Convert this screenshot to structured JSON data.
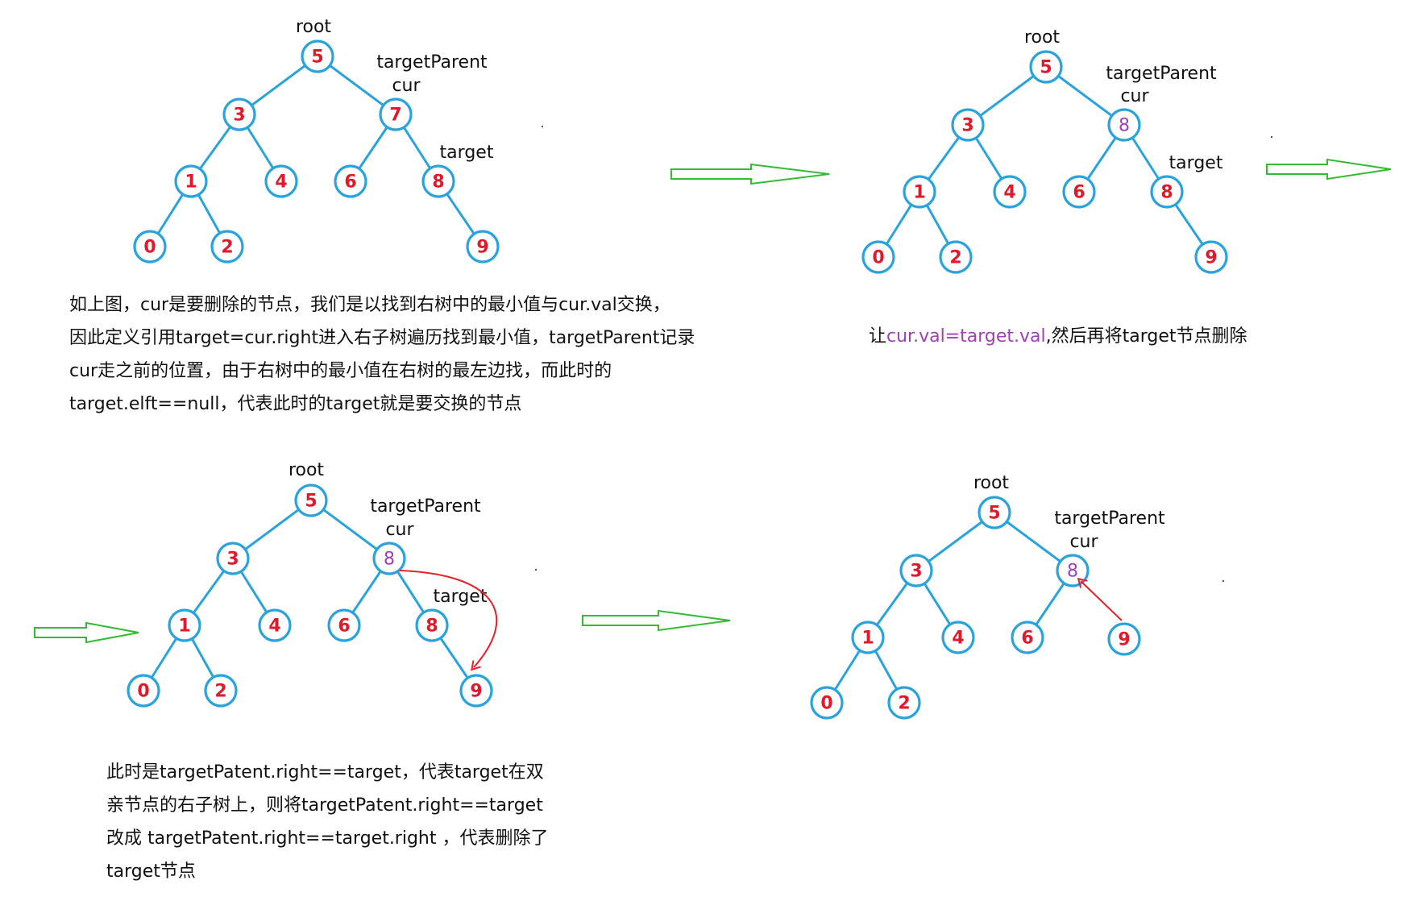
{
  "panels": [
    {
      "id": "p1",
      "nodes": [
        {
          "id": "n5",
          "label": "5"
        },
        {
          "id": "n3",
          "label": "3"
        },
        {
          "id": "n7",
          "label": "7"
        },
        {
          "id": "n1",
          "label": "1"
        },
        {
          "id": "n4",
          "label": "4"
        },
        {
          "id": "n6",
          "label": "6"
        },
        {
          "id": "n8",
          "label": "8"
        },
        {
          "id": "n0",
          "label": "0"
        },
        {
          "id": "n2",
          "label": "2"
        },
        {
          "id": "n9",
          "label": "9"
        }
      ],
      "edges": [
        [
          "n5",
          "n3"
        ],
        [
          "n5",
          "n7"
        ],
        [
          "n3",
          "n1"
        ],
        [
          "n3",
          "n4"
        ],
        [
          "n7",
          "n6"
        ],
        [
          "n7",
          "n8"
        ],
        [
          "n1",
          "n0"
        ],
        [
          "n1",
          "n2"
        ],
        [
          "n8",
          "n9"
        ]
      ],
      "tags": {
        "root": "root",
        "targetParent": "targetParent",
        "cur": "cur",
        "target": "target"
      }
    },
    {
      "id": "p2",
      "nodes": [
        {
          "id": "n5",
          "label": "5"
        },
        {
          "id": "n3",
          "label": "3"
        },
        {
          "id": "nc",
          "label": "8",
          "plain": true
        },
        {
          "id": "n1",
          "label": "1"
        },
        {
          "id": "n4",
          "label": "4"
        },
        {
          "id": "n6",
          "label": "6"
        },
        {
          "id": "n8",
          "label": "8"
        },
        {
          "id": "n0",
          "label": "0"
        },
        {
          "id": "n2",
          "label": "2"
        },
        {
          "id": "n9",
          "label": "9"
        }
      ],
      "edges": [
        [
          "n5",
          "n3"
        ],
        [
          "n5",
          "nc"
        ],
        [
          "n3",
          "n1"
        ],
        [
          "n3",
          "n4"
        ],
        [
          "nc",
          "n6"
        ],
        [
          "nc",
          "n8"
        ],
        [
          "n1",
          "n0"
        ],
        [
          "n1",
          "n2"
        ],
        [
          "n8",
          "n9"
        ]
      ],
      "tags": {
        "root": "root",
        "targetParent": "targetParent",
        "cur": "cur",
        "target": "target"
      }
    },
    {
      "id": "p3",
      "nodes": [
        {
          "id": "n5",
          "label": "5"
        },
        {
          "id": "n3",
          "label": "3"
        },
        {
          "id": "nc",
          "label": "8",
          "plain": true
        },
        {
          "id": "n1",
          "label": "1"
        },
        {
          "id": "n4",
          "label": "4"
        },
        {
          "id": "n6",
          "label": "6"
        },
        {
          "id": "n8",
          "label": "8"
        },
        {
          "id": "n0",
          "label": "0"
        },
        {
          "id": "n2",
          "label": "2"
        },
        {
          "id": "n9",
          "label": "9"
        }
      ],
      "edges": [
        [
          "n5",
          "n3"
        ],
        [
          "n5",
          "nc"
        ],
        [
          "n3",
          "n1"
        ],
        [
          "n3",
          "n4"
        ],
        [
          "nc",
          "n6"
        ],
        [
          "nc",
          "n8"
        ],
        [
          "n1",
          "n0"
        ],
        [
          "n1",
          "n2"
        ],
        [
          "n8",
          "n9"
        ]
      ],
      "tags": {
        "root": "root",
        "targetParent": "targetParent",
        "cur": "cur",
        "target": "target"
      }
    },
    {
      "id": "p4",
      "nodes": [
        {
          "id": "n5",
          "label": "5"
        },
        {
          "id": "n3",
          "label": "3"
        },
        {
          "id": "nc",
          "label": "8",
          "plain": true
        },
        {
          "id": "n1",
          "label": "1"
        },
        {
          "id": "n4",
          "label": "4"
        },
        {
          "id": "n6",
          "label": "6"
        },
        {
          "id": "n9",
          "label": "9"
        },
        {
          "id": "n0",
          "label": "0"
        },
        {
          "id": "n2",
          "label": "2"
        }
      ],
      "edges": [
        [
          "n5",
          "n3"
        ],
        [
          "n5",
          "nc"
        ],
        [
          "n3",
          "n1"
        ],
        [
          "n3",
          "n4"
        ],
        [
          "nc",
          "n6"
        ],
        [
          "n1",
          "n0"
        ],
        [
          "n1",
          "n2"
        ]
      ],
      "tags": {
        "root": "root",
        "targetParent": "targetParent",
        "cur": "cur"
      }
    }
  ],
  "colors": {
    "edge": "#2aa3dc",
    "node_text": "#e11a2b",
    "swapped_text": "#a040b8",
    "step_arrow": "#33bb33",
    "red_arrow": "#e8202a",
    "text": "#111111"
  },
  "texts": {
    "t1": [
      "如上图，cur是要删除的节点，我们是以找到右树中的最小值与cur.val交换，",
      "因此定义引用target=cur.right进入右子树遍历找到最小值，targetParent记录",
      "cur走之前的位置，由于右树中的最小值在右树的最左边找，而此时的",
      "target.elft==null，代表此时的target就是要交换的节点"
    ],
    "t2": {
      "pre": "让",
      "hl": "cur.val=target.val",
      "post": ",然后再将target节点删除"
    },
    "t3": [
      "此时是targetPatent.right==target，代表target在双",
      "亲节点的右子树上，则将targetPatent.right==target",
      "改成 targetPatent.right==target.right ，代表删除了",
      "target节点"
    ]
  }
}
